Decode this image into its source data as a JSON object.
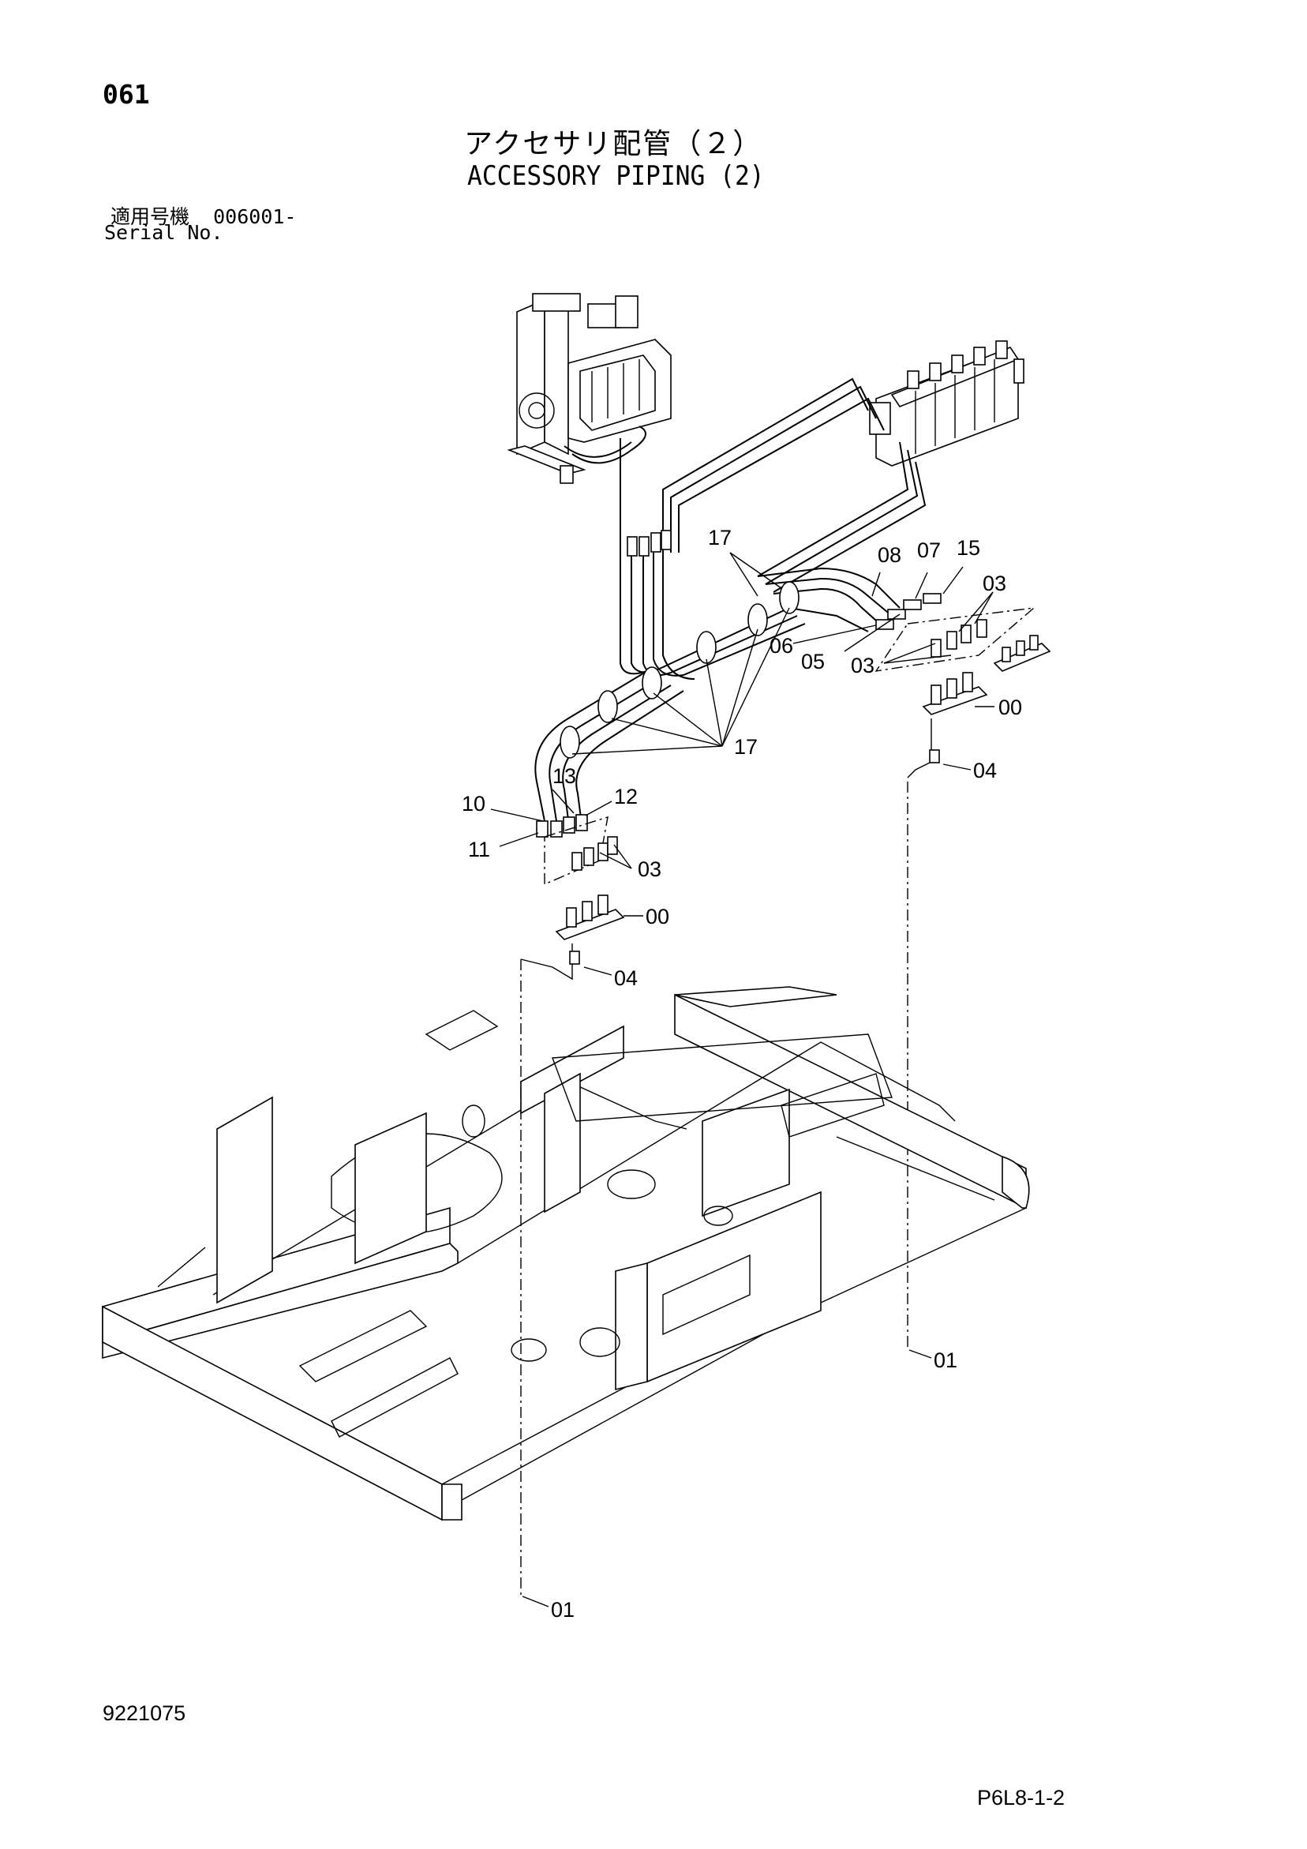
{
  "header": {
    "page_number": "061",
    "title_jp": "アクセサリ配管（２）",
    "title_en": "ACCESSORY PIPING (2)",
    "serial_label_jp": "適用号機",
    "serial_value": "006001-",
    "serial_label_en": "Serial No."
  },
  "footer": {
    "document_number": "9221075",
    "reference_code": "P6L8-1-2"
  },
  "callouts": {
    "c17_top": "17",
    "c08": "08",
    "c07": "07",
    "c15": "15",
    "c03_right_top": "03",
    "c06": "06",
    "c05": "05",
    "c03_right_mid": "03",
    "c00_right": "00",
    "c17_bottom": "17",
    "c04_right": "04",
    "c13": "13",
    "c10": "10",
    "c12": "12",
    "c11": "11",
    "c03_left": "03",
    "c00_left": "00",
    "c04_left": "04",
    "c01_right": "01",
    "c01_left": "01"
  }
}
